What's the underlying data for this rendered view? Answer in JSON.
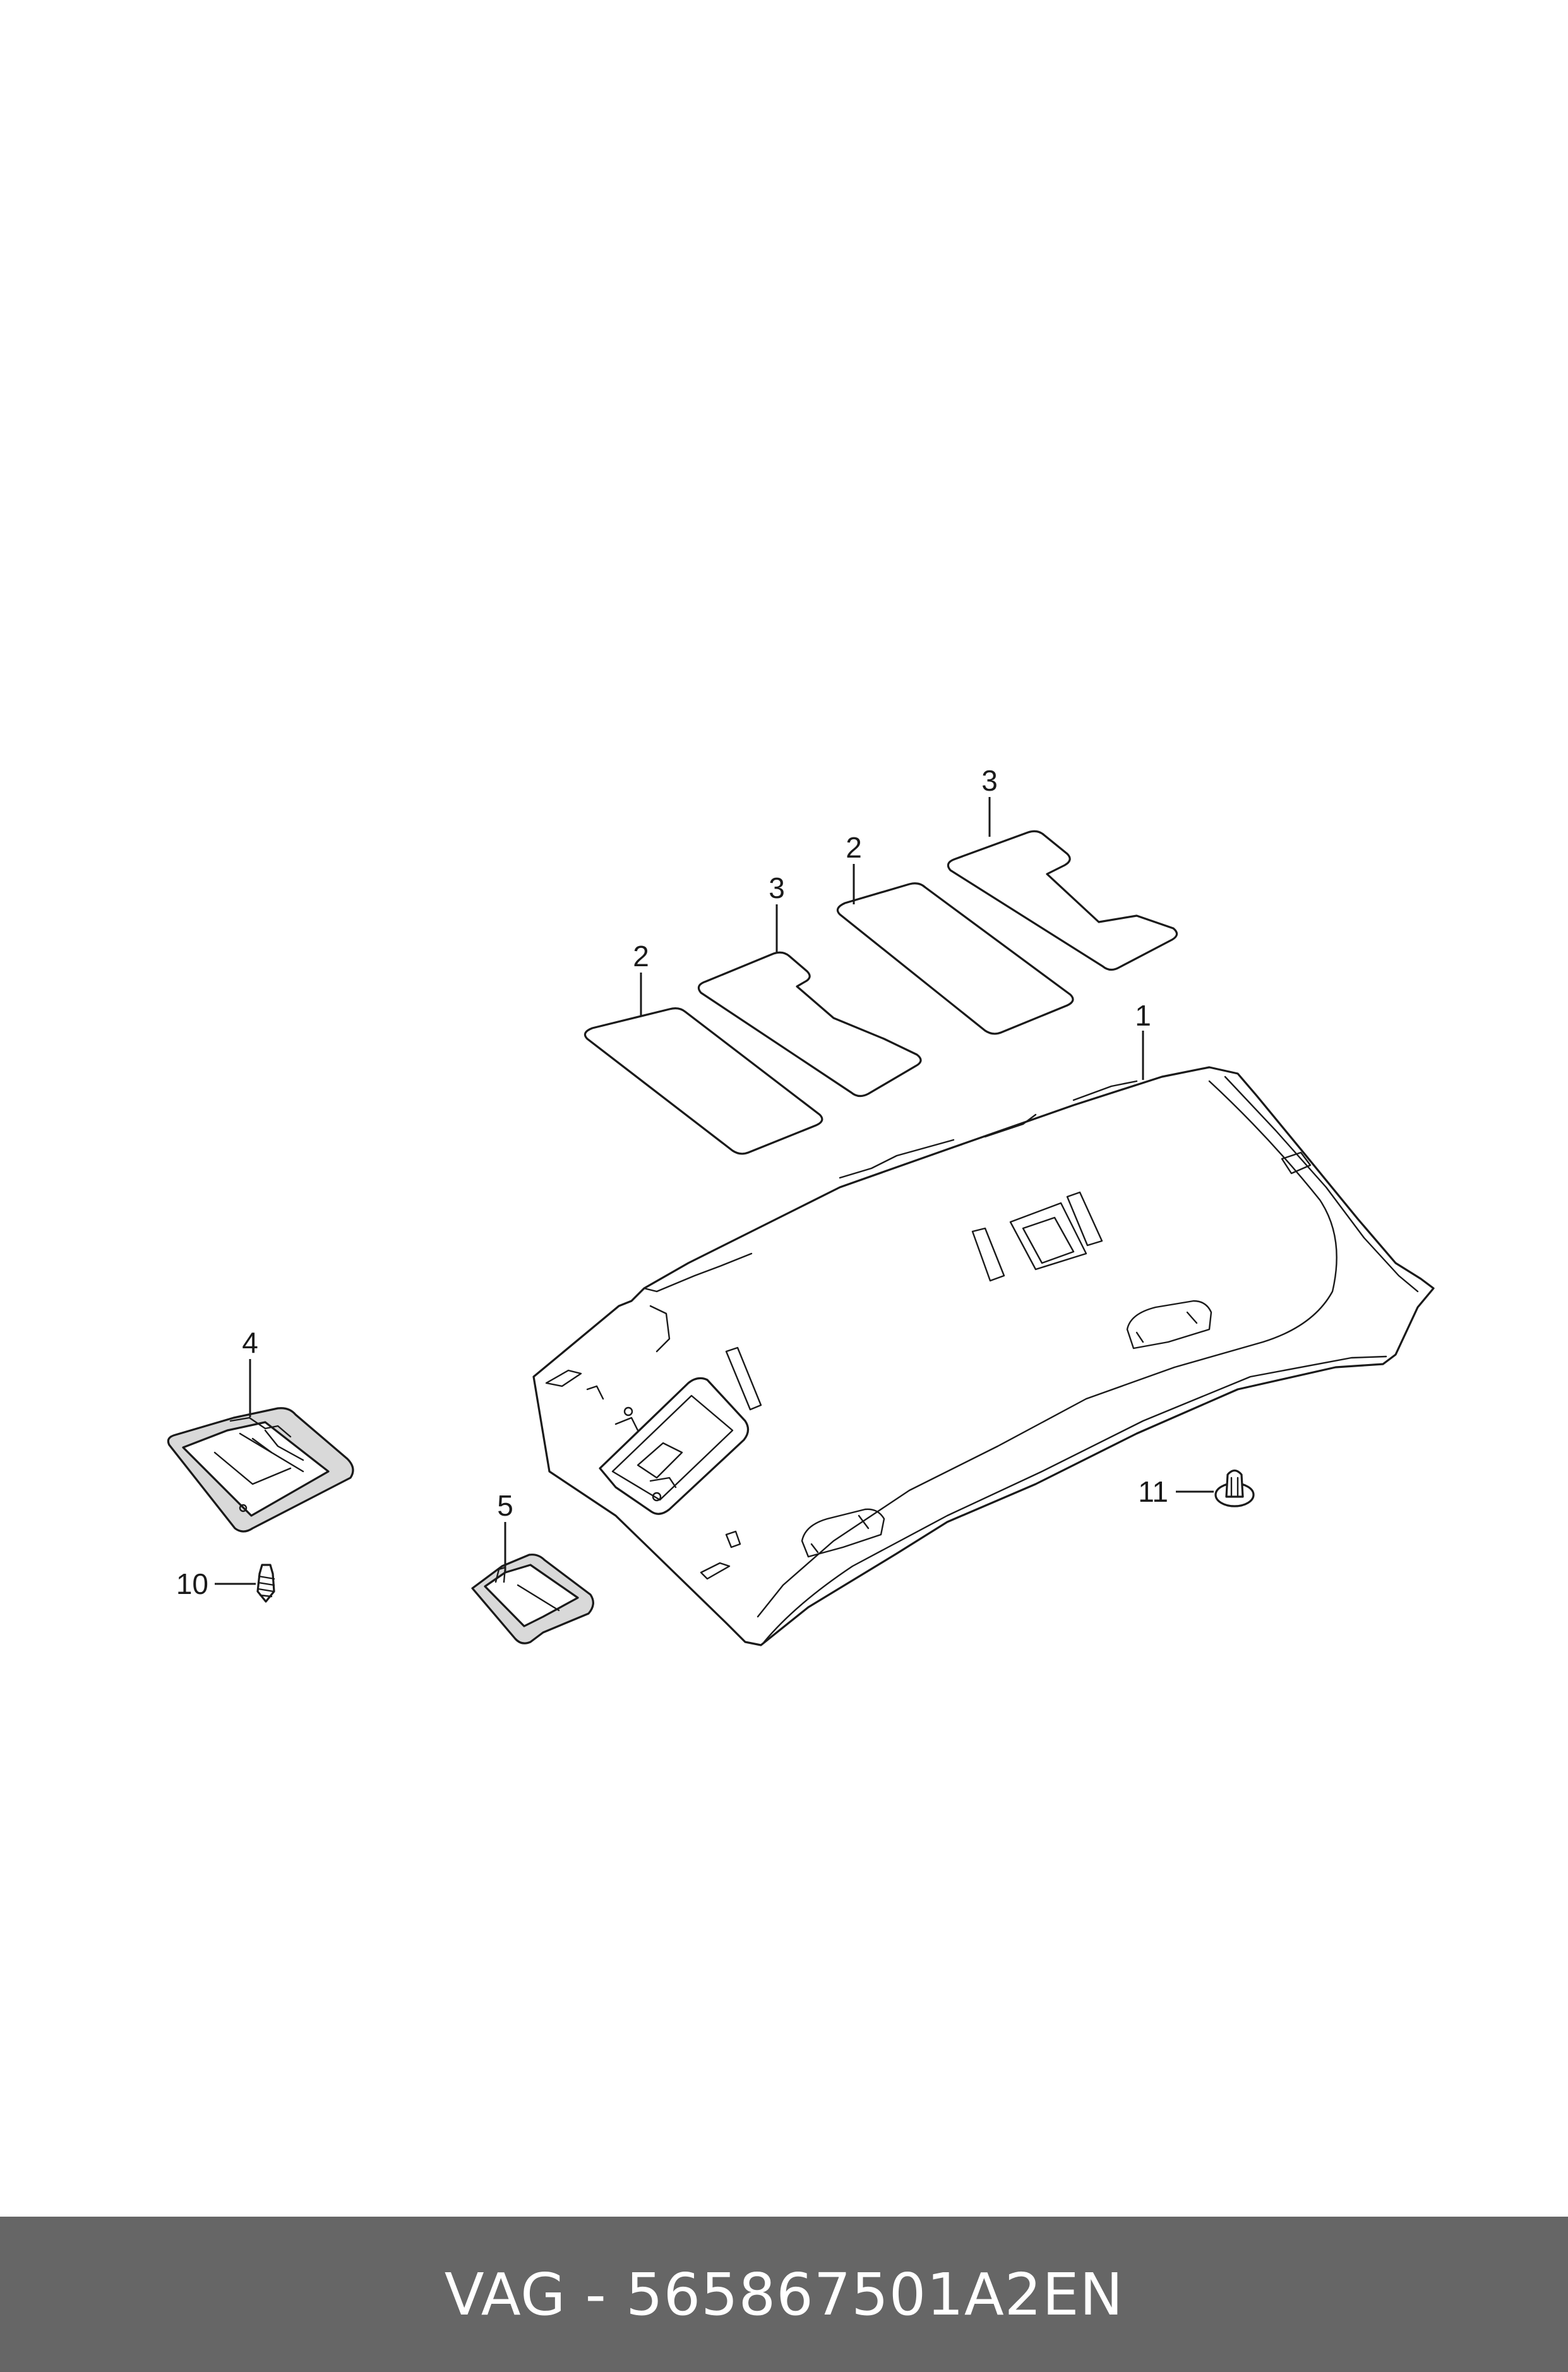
{
  "diagram": {
    "callouts": [
      {
        "id": "c1",
        "label": "1"
      },
      {
        "id": "c2a",
        "label": "2"
      },
      {
        "id": "c2b",
        "label": "2"
      },
      {
        "id": "c3a",
        "label": "3"
      },
      {
        "id": "c3b",
        "label": "3"
      },
      {
        "id": "c4",
        "label": "4"
      },
      {
        "id": "c5",
        "label": "5"
      },
      {
        "id": "c10",
        "label": "10"
      },
      {
        "id": "c11",
        "label": "11"
      }
    ]
  },
  "footer": {
    "text": "VAG - 565867501A2EN",
    "background": "#666666",
    "text_color": "#ffffff"
  }
}
